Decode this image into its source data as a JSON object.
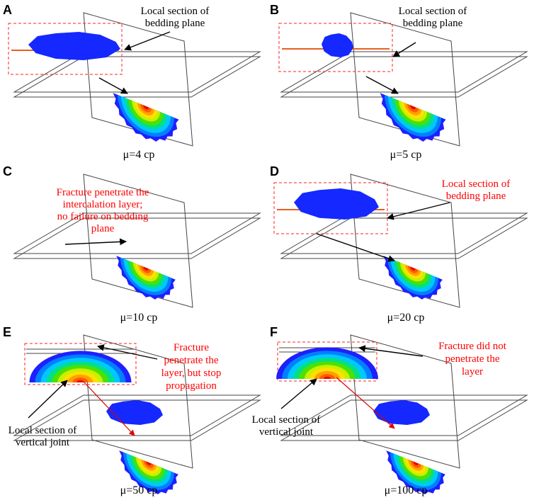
{
  "panels": [
    {
      "letter": "A",
      "caption": "μ=4 cp",
      "annotation": [
        "Local section of",
        "bedding plane"
      ],
      "annotation_color": "black"
    },
    {
      "letter": "B",
      "caption": "μ=5 cp",
      "annotation": [
        "Local section of",
        "bedding plane"
      ],
      "annotation_color": "black"
    },
    {
      "letter": "C",
      "caption": "μ=10 cp",
      "annotation": [
        "Fracture penetrate the",
        "intercalation layer;",
        "no failure on bedding",
        "plane"
      ],
      "annotation_color": "red"
    },
    {
      "letter": "D",
      "caption": "μ=20 cp",
      "annotation": [
        "Local section of",
        "bedding plane"
      ],
      "annotation_color": "red"
    },
    {
      "letter": "E",
      "caption": "μ=50 cp",
      "annotation": [
        "Fracture",
        "penetrate the",
        "layer, but stop",
        "propagation"
      ],
      "annotation_color": "red",
      "annotation2": [
        "Local section of",
        "vertical joint"
      ]
    },
    {
      "letter": "F",
      "caption": "μ=100 cp",
      "annotation": [
        "Fracture did not",
        "penetrate the",
        "layer"
      ],
      "annotation_color": "red",
      "annotation2": [
        "Local section of",
        "vertical joint"
      ]
    }
  ],
  "colors": {
    "fracture_blue": "#1428ff",
    "inset_border": "#ff2020",
    "red_text": "#ff0000",
    "plane_line": "#333333"
  }
}
